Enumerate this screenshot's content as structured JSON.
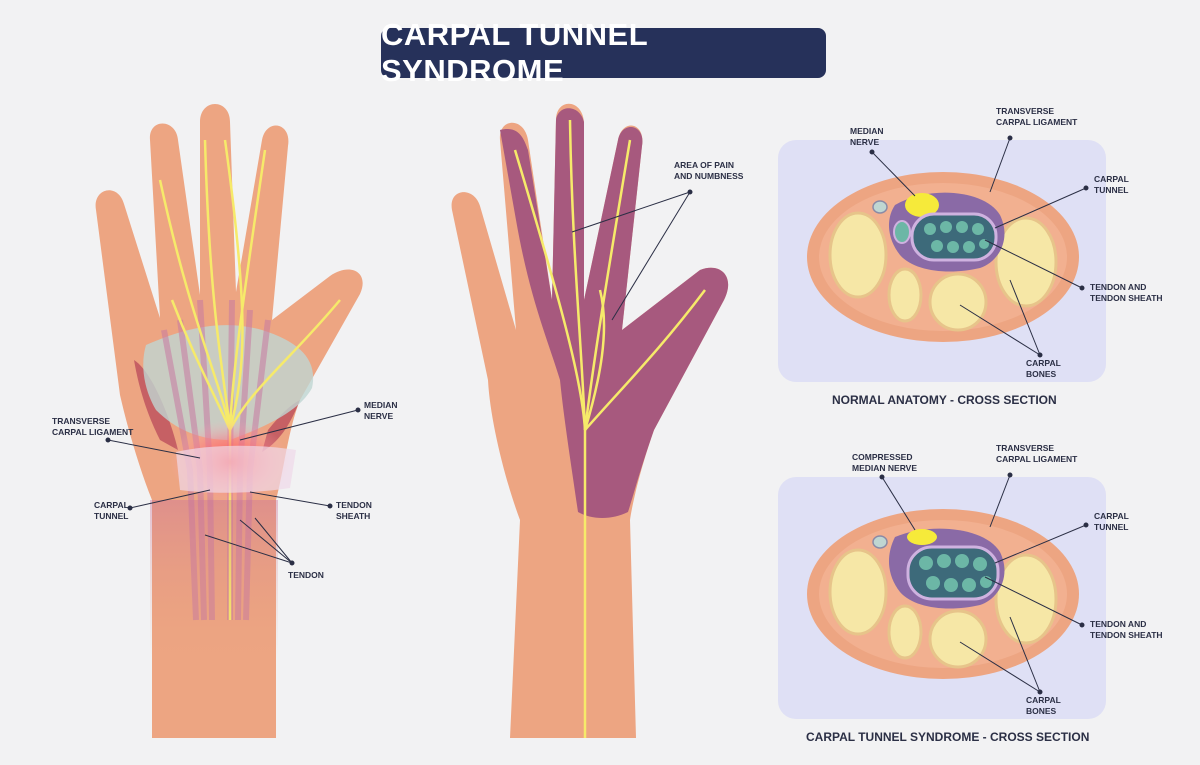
{
  "title": "CARPAL TUNNEL SYNDROME",
  "hand_left": {
    "transverse_carpal_ligament": "TRANSVERSE\nCARPAL LIGAMENT",
    "median_nerve": "MEDIAN\nNERVE",
    "carpal_tunnel": "CARPAL\nTUNNEL",
    "tendon_sheath": "TENDON\nSHEATH",
    "tendon": "TENDON"
  },
  "hand_middle": {
    "area_of_pain": "AREA OF PAIN\nAND NUMBNESS"
  },
  "cross_normal": {
    "caption": "NORMAL ANATOMY - CROSS SECTION",
    "median_nerve": "MEDIAN\nNERVE",
    "transverse_carpal_ligament": "TRANSVERSE\nCARPAL LIGAMENT",
    "carpal_tunnel": "CARPAL\nTUNNEL",
    "tendon_and_sheath": "TENDON AND\nTENDON SHEATH",
    "carpal_bones": "CARPAL\nBONES"
  },
  "cross_syndrome": {
    "caption": "CARPAL TUNNEL SYNDROME - CROSS SECTION",
    "median_nerve": "COMPRESSED\nMEDIAN NERVE",
    "transverse_carpal_ligament": "TRANSVERSE\nCARPAL LIGAMENT",
    "carpal_tunnel": "CARPAL\nTUNNEL",
    "tendon_and_sheath": "TENDON AND\nTENDON SHEATH",
    "carpal_bones": "CARPAL\nBONES"
  },
  "colors": {
    "title_bg": "#26315a",
    "skin": "#eda582",
    "skin_dark": "#e39a7a",
    "nerve": "#f6ea6a",
    "numb_area": "#a7597e",
    "panel_bg": "#dfe0f5",
    "bone": "#f6e7a6",
    "tendon": "#6cb7a6",
    "tunnel": "#8a6aa6"
  }
}
